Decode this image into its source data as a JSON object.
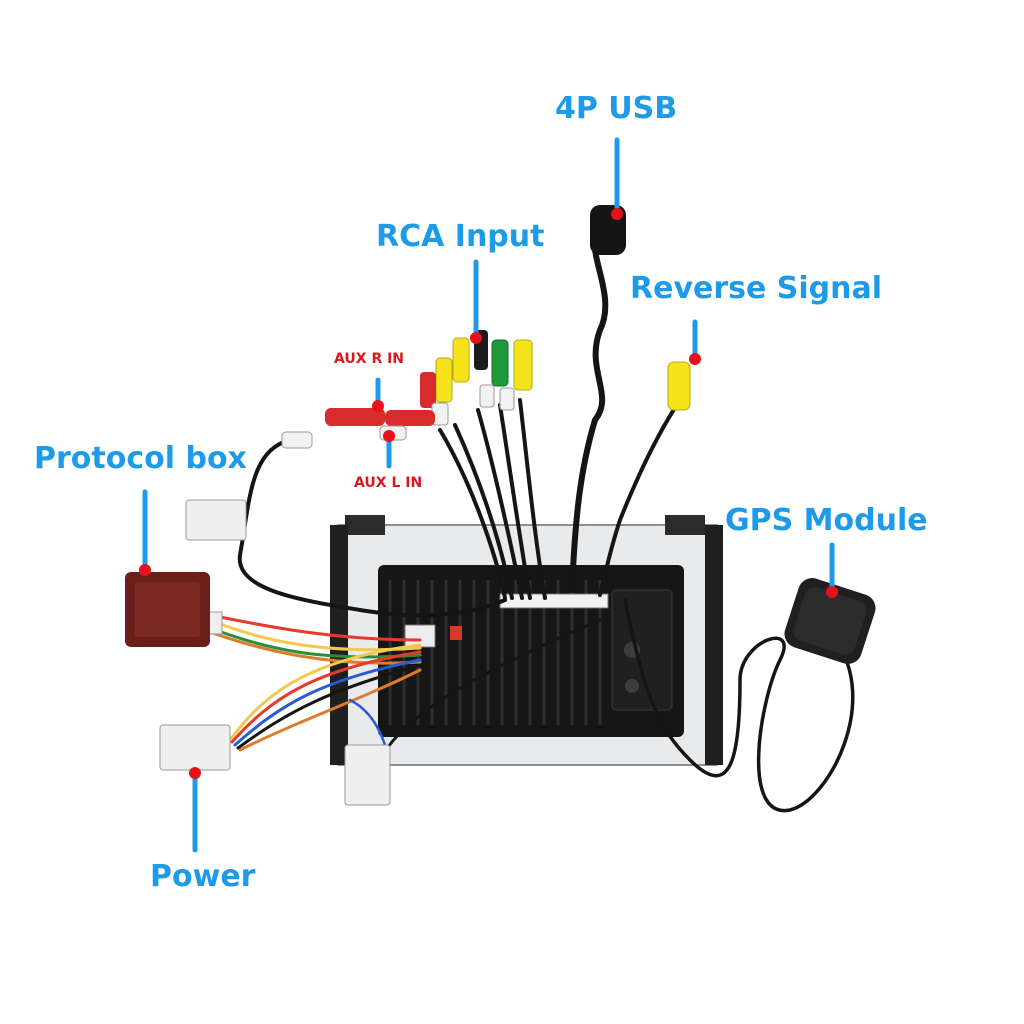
{
  "colors": {
    "callout": "#1e9be8",
    "marker": "#e8101a",
    "aux_label": "#d71920"
  },
  "labels": {
    "usb": "4P USB",
    "rca_input": "RCA Input",
    "reverse_signal": "Reverse Signal",
    "aux_r_in": "AUX R IN",
    "aux_l_in": "AUX L IN",
    "protocol_box": "Protocol box",
    "gps_module": "GPS Module",
    "power": "Power"
  }
}
